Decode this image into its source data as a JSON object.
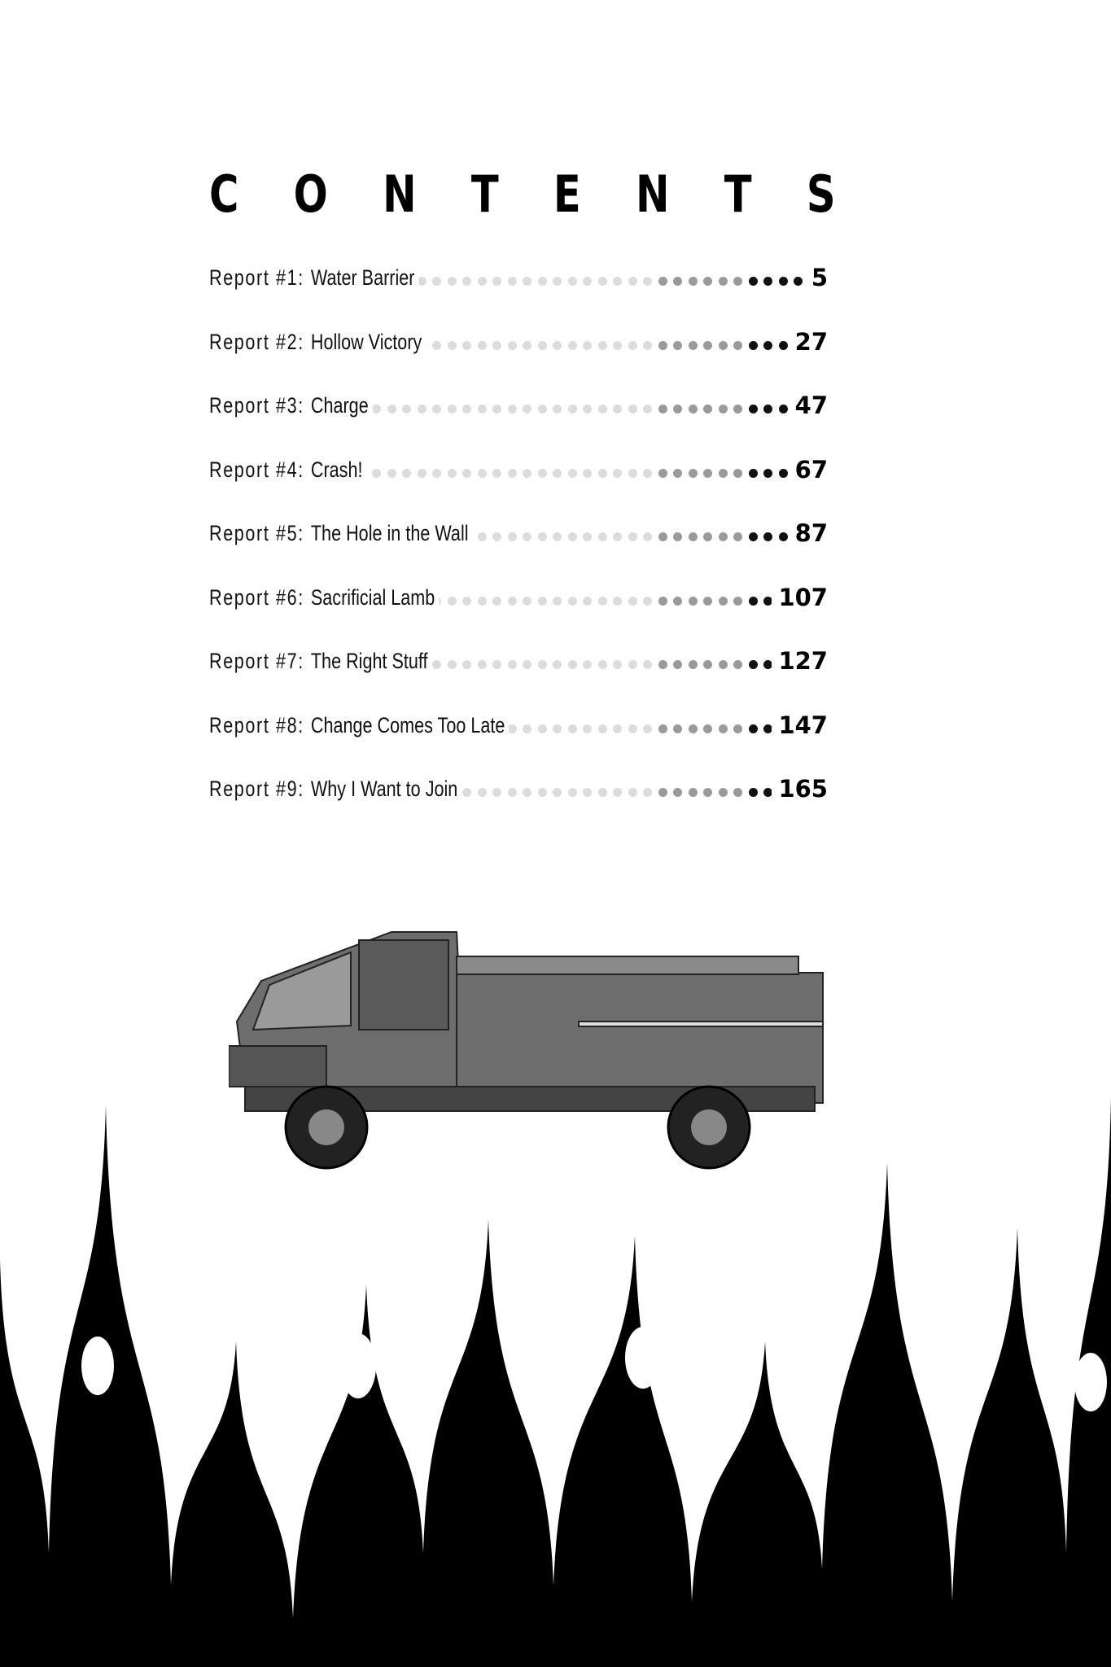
{
  "heading": {
    "letters": [
      "C",
      "O",
      "N",
      "T",
      "E",
      "N",
      "T",
      "S"
    ]
  },
  "entries": [
    {
      "prefix": "Report #1:",
      "title": "Water Barrier",
      "page": "5"
    },
    {
      "prefix": "Report #2:",
      "title": "Hollow Victory",
      "page": "27"
    },
    {
      "prefix": "Report #3:",
      "title": "Charge",
      "page": "47"
    },
    {
      "prefix": "Report #4:",
      "title": "Crash!",
      "page": "67"
    },
    {
      "prefix": "Report #5:",
      "title": "The Hole in the Wall",
      "page": "87"
    },
    {
      "prefix": "Report #6:",
      "title": "Sacrificial Lamb",
      "page": "107"
    },
    {
      "prefix": "Report #7:",
      "title": "The Right Stuff",
      "page": "127"
    },
    {
      "prefix": "Report #8:",
      "title": "Change Comes Too Late",
      "page": "147"
    },
    {
      "prefix": "Report #9:",
      "title": "Why I Want to Join",
      "page": "165"
    }
  ],
  "colors": {
    "ink": "#000000",
    "dot_dark": "#111111",
    "dot_mid": "#9a9a9a",
    "dot_light": "#dcdcdc",
    "truck": "#6e6e6e"
  }
}
